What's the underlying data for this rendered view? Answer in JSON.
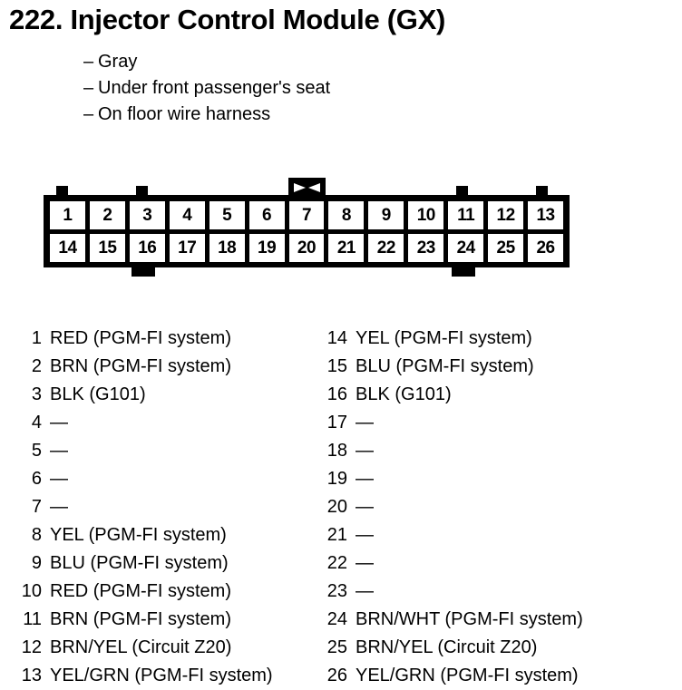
{
  "header": {
    "title": "222. Injector Control Module (GX)",
    "specs": [
      "Gray",
      "Under front passenger's seat",
      "On floor wire harness"
    ],
    "spec_bullet": "–"
  },
  "connector": {
    "top_row": [
      "1",
      "2",
      "3",
      "4",
      "5",
      "6",
      "7",
      "8",
      "9",
      "10",
      "11",
      "12",
      "13"
    ],
    "bottom_row": [
      "14",
      "15",
      "16",
      "17",
      "18",
      "19",
      "20",
      "21",
      "22",
      "23",
      "24",
      "25",
      "26"
    ],
    "tabs_top": [
      "1",
      "3",
      "11",
      "13"
    ],
    "tabs_bottom": [
      "16",
      "24"
    ],
    "center_tab_over_pin": "7",
    "center_tab_marking": "bowtie",
    "body_color": "#000000",
    "cell_color": "#ffffff"
  },
  "legend": {
    "empty_marker": "—",
    "left": [
      {
        "pin": "1",
        "desc": "RED (PGM-FI system)"
      },
      {
        "pin": "2",
        "desc": "BRN (PGM-FI system)"
      },
      {
        "pin": "3",
        "desc": "BLK (G101)"
      },
      {
        "pin": "4",
        "desc": "—"
      },
      {
        "pin": "5",
        "desc": "—"
      },
      {
        "pin": "6",
        "desc": "—"
      },
      {
        "pin": "7",
        "desc": "—"
      },
      {
        "pin": "8",
        "desc": "YEL (PGM-FI system)"
      },
      {
        "pin": "9",
        "desc": "BLU (PGM-FI system)"
      },
      {
        "pin": "10",
        "desc": "RED (PGM-FI system)"
      },
      {
        "pin": "11",
        "desc": "BRN (PGM-FI system)"
      },
      {
        "pin": "12",
        "desc": "BRN/YEL (Circuit Z20)"
      },
      {
        "pin": "13",
        "desc": "YEL/GRN (PGM-FI system)"
      }
    ],
    "right": [
      {
        "pin": "14",
        "desc": "YEL (PGM-FI system)"
      },
      {
        "pin": "15",
        "desc": "BLU (PGM-FI system)"
      },
      {
        "pin": "16",
        "desc": "BLK (G101)"
      },
      {
        "pin": "17",
        "desc": "—"
      },
      {
        "pin": "18",
        "desc": "—"
      },
      {
        "pin": "19",
        "desc": "—"
      },
      {
        "pin": "20",
        "desc": "—"
      },
      {
        "pin": "21",
        "desc": "—"
      },
      {
        "pin": "22",
        "desc": "—"
      },
      {
        "pin": "23",
        "desc": "—"
      },
      {
        "pin": "24",
        "desc": "BRN/WHT (PGM-FI system)"
      },
      {
        "pin": "25",
        "desc": "BRN/YEL (Circuit Z20)"
      },
      {
        "pin": "26",
        "desc": "YEL/GRN (PGM-FI system)"
      }
    ]
  }
}
